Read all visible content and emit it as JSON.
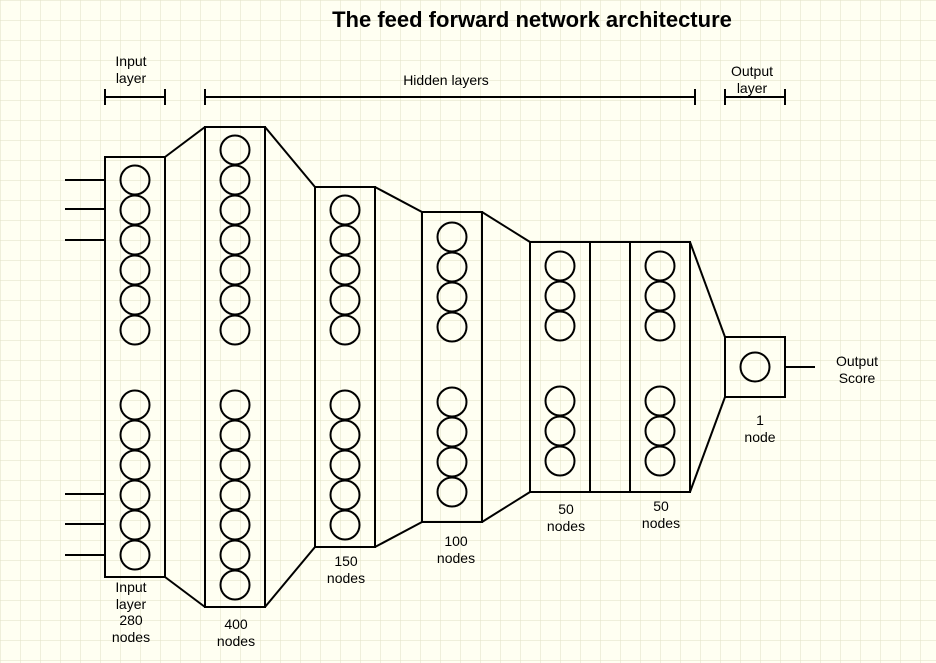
{
  "title": "The feed forward network architecture",
  "brackets": {
    "input": [
      "Input",
      "layer"
    ],
    "hidden": "Hidden layers",
    "output": [
      "Output",
      "layer"
    ]
  },
  "layers": [
    {
      "id": "input-layer",
      "label": [
        "Input",
        "layer",
        "280",
        "nodes"
      ]
    },
    {
      "id": "hidden-layer-1",
      "label": [
        "400",
        "nodes"
      ]
    },
    {
      "id": "hidden-layer-2",
      "label": [
        "150",
        "nodes"
      ]
    },
    {
      "id": "hidden-layer-3",
      "label": [
        "100",
        "nodes"
      ]
    },
    {
      "id": "hidden-layer-4",
      "label": [
        "50",
        "nodes"
      ]
    },
    {
      "id": "hidden-layer-5",
      "label": [
        "50",
        "nodes"
      ]
    },
    {
      "id": "output-layer",
      "label": [
        "1",
        "node"
      ]
    }
  ],
  "output_label": [
    "Output",
    "Score"
  ]
}
